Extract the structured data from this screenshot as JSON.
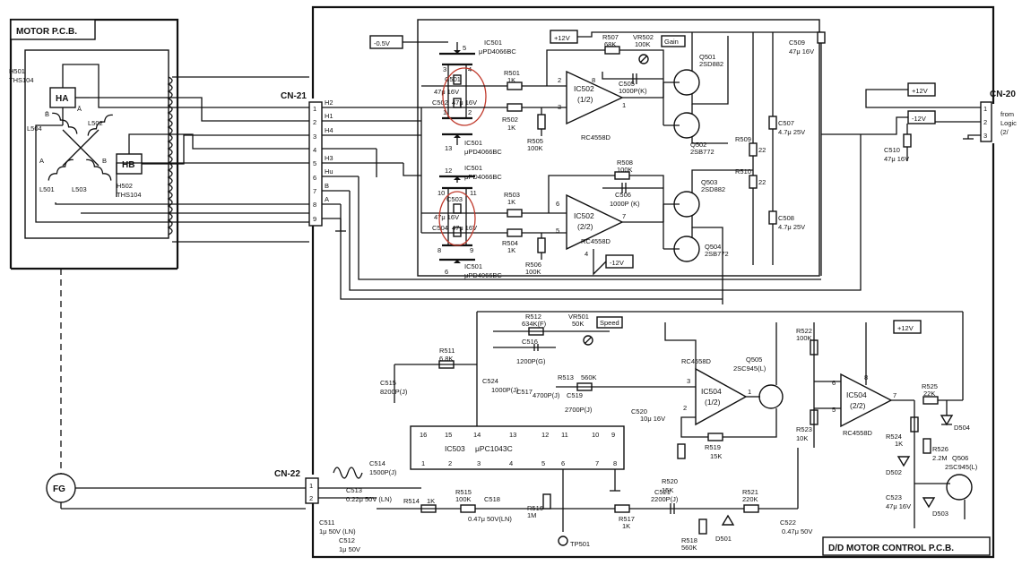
{
  "motor_pcb": {
    "title": "MOTOR P.C.B.",
    "hall_a": "HA",
    "hall_b": "HB",
    "h501": "H501",
    "h501_type": "THS104",
    "h502": "H502",
    "h502_type": "THS104",
    "coils": {
      "l501": "L501",
      "l502": "L502",
      "l503": "L503",
      "l504": "L504"
    },
    "phases": {
      "a": "A",
      "a_bar": "Ā",
      "b": "B",
      "b_bar": "B̄"
    }
  },
  "cn21": {
    "label": "CN-21",
    "pins": [
      "1",
      "2",
      "3",
      "4",
      "5",
      "6",
      "7",
      "8",
      "9"
    ],
    "signals": [
      "H2",
      "H1",
      "H4",
      "H3",
      "Hu",
      "B",
      "A"
    ]
  },
  "cn20": {
    "label": "CN-20",
    "pins": [
      "1",
      "2",
      "3"
    ],
    "from": "from",
    "from2": "Logic",
    "from3": "(2/"
  },
  "cn22": {
    "label": "CN-22",
    "pins": [
      "1",
      "2"
    ],
    "fg": "FG"
  },
  "rails": {
    "neg05": "-0.5V",
    "p12": "+12V",
    "n12": "-12V"
  },
  "switches": {
    "ic501": "IC501",
    "part": "μPD4066BC",
    "pins": {
      "p5": "5",
      "p3": "3",
      "p4": "4",
      "p1": "1",
      "p2": "2",
      "p13": "13",
      "p12": "12",
      "p10": "10",
      "p11": "11",
      "p8": "8",
      "p9": "9",
      "p6": "6"
    }
  },
  "caps_top": {
    "c501": "C501",
    "c501_val": "47μ 16V",
    "c502": "C502",
    "c502_val": "47μ 16V",
    "c503": "C503",
    "c503_val": "47μ 16V",
    "c504": "C504",
    "c504_val": "47μ 16V"
  },
  "upper_amp": {
    "r501": "R501",
    "r501_val": "1K",
    "r502": "R502",
    "r502_val": "1K",
    "r505": "R505",
    "r505_val": "100K",
    "r507": "R507",
    "r507_val": "68K",
    "vr502": "VR502",
    "vr502_val": "100K",
    "gain": "Gain",
    "c505": "C505",
    "c505_val": "1000P(K)",
    "ic502a": "IC502",
    "ic502a_sub": "(1/2)",
    "ic502a_part": "RC4558D",
    "pin8": "8",
    "pin2": "2",
    "pin3": "3",
    "pin1": "1",
    "q501": "Q501",
    "q501_type": "2SD882",
    "q502": "Q502",
    "q502_type": "2SB772"
  },
  "lower_amp": {
    "r503": "R503",
    "r503_val": "1K",
    "r504": "R504",
    "r504_val": "1K",
    "r506": "R506",
    "r506_val": "100K",
    "r508": "R508",
    "r508_val": "100K",
    "c506": "C506",
    "c506_val": "1000P (K)",
    "ic502b": "IC502",
    "ic502b_sub": "(2/2)",
    "ic502b_part": "RC4558D",
    "pin6": "6",
    "pin5": "5",
    "pin7": "7",
    "pin4": "4",
    "q503": "Q503",
    "q503_type": "2SD882",
    "q504": "Q504",
    "q504_type": "2SB772"
  },
  "right_parts": {
    "c509": "C509",
    "c509_val": "47μ 16V",
    "c507": "C507",
    "c507_val": "4.7μ 25V",
    "c508": "C508",
    "c508_val": "4.7μ 25V",
    "c510": "C510",
    "c510_val": "47μ 16V",
    "r509": "R509",
    "r509_val": "22",
    "r510": "R510",
    "r510_val": "22"
  },
  "speed_section": {
    "r512": "R512",
    "r512_val": "634K(F)",
    "vr501": "VR501",
    "vr501_val": "50K",
    "speed": "Speed",
    "c516": "C516",
    "c516_val": "1200P(G)",
    "r511": "R511",
    "r511_val": "6.8K",
    "c515": "C515",
    "c515_val": "8200P(J)",
    "c524": "C524",
    "c524_val": "1000P(J)",
    "c517": "C517",
    "c517_val": "4700P(J)",
    "r513": "R513",
    "r513_val": "560K",
    "c519": "C519",
    "c519_val": "2700P(J)",
    "c520": "C520",
    "c520_val": "10μ 16V",
    "c514": "C514",
    "c514_val": "1500P(J)"
  },
  "ic503": {
    "label": "IC503",
    "part": "μPC1043C",
    "top_pins": [
      "16",
      "15",
      "14",
      "13",
      "12",
      "11",
      "10",
      "9"
    ],
    "bottom_pins": [
      "1",
      "2",
      "3",
      "4",
      "5",
      "6",
      "7",
      "8"
    ]
  },
  "comparator": {
    "ic504a": "IC504",
    "ic504a_sub": "(1/2)",
    "ic504_part": "RC4558D",
    "pin3": "3",
    "pin2": "2",
    "pin1": "1",
    "q505": "Q505",
    "q505_type": "2SC945(L)",
    "r519": "R519",
    "r519_val": "15K",
    "r520": "R520",
    "r520_val": "15K"
  },
  "output_stage": {
    "ic504b": "IC504",
    "ic504b_sub": "(2/2)",
    "ic504b_part": "RC4558D",
    "pin6": "6",
    "pin5": "5",
    "pin7": "7",
    "pin8": "8",
    "r522": "R522",
    "r522_val": "100K",
    "r523": "R523",
    "r523_val": "10K",
    "r525": "R525",
    "r525_val": "22K",
    "r524": "R524",
    "r524_val": "1K",
    "r526": "R526",
    "r526_val": "2.2M",
    "d502": "D502",
    "d503": "D503",
    "d504": "D504",
    "q506": "Q506",
    "q506_type": "2SC945(L)",
    "c523": "C523",
    "c523_val": "47μ 16V"
  },
  "fg_input": {
    "c511": "C511",
    "c511_val": "1μ 50V (LN)",
    "c512": "C512",
    "c512_val": "1μ 50V",
    "c513": "C513",
    "c513_val": "0.22μ 50V (LN)",
    "r514": "R514",
    "r514_val": "1K",
    "r515": "R515",
    "r515_val": "100K",
    "c518": "C518",
    "c518_val": "0.47μ 50V(LN)",
    "r516": "R516",
    "r516_val": "1M",
    "r517": "R517",
    "r517_val": "1K",
    "c521": "C521",
    "c521_val": "2200P(J)",
    "r518": "R518",
    "r518_val": "560K",
    "r521": "R521",
    "r521_val": "220K",
    "d501": "D501",
    "c522": "C522",
    "c522_val": "0.47μ 50V",
    "tp501": "TP501"
  },
  "board_label": "D/D MOTOR CONTROL P.C.B."
}
